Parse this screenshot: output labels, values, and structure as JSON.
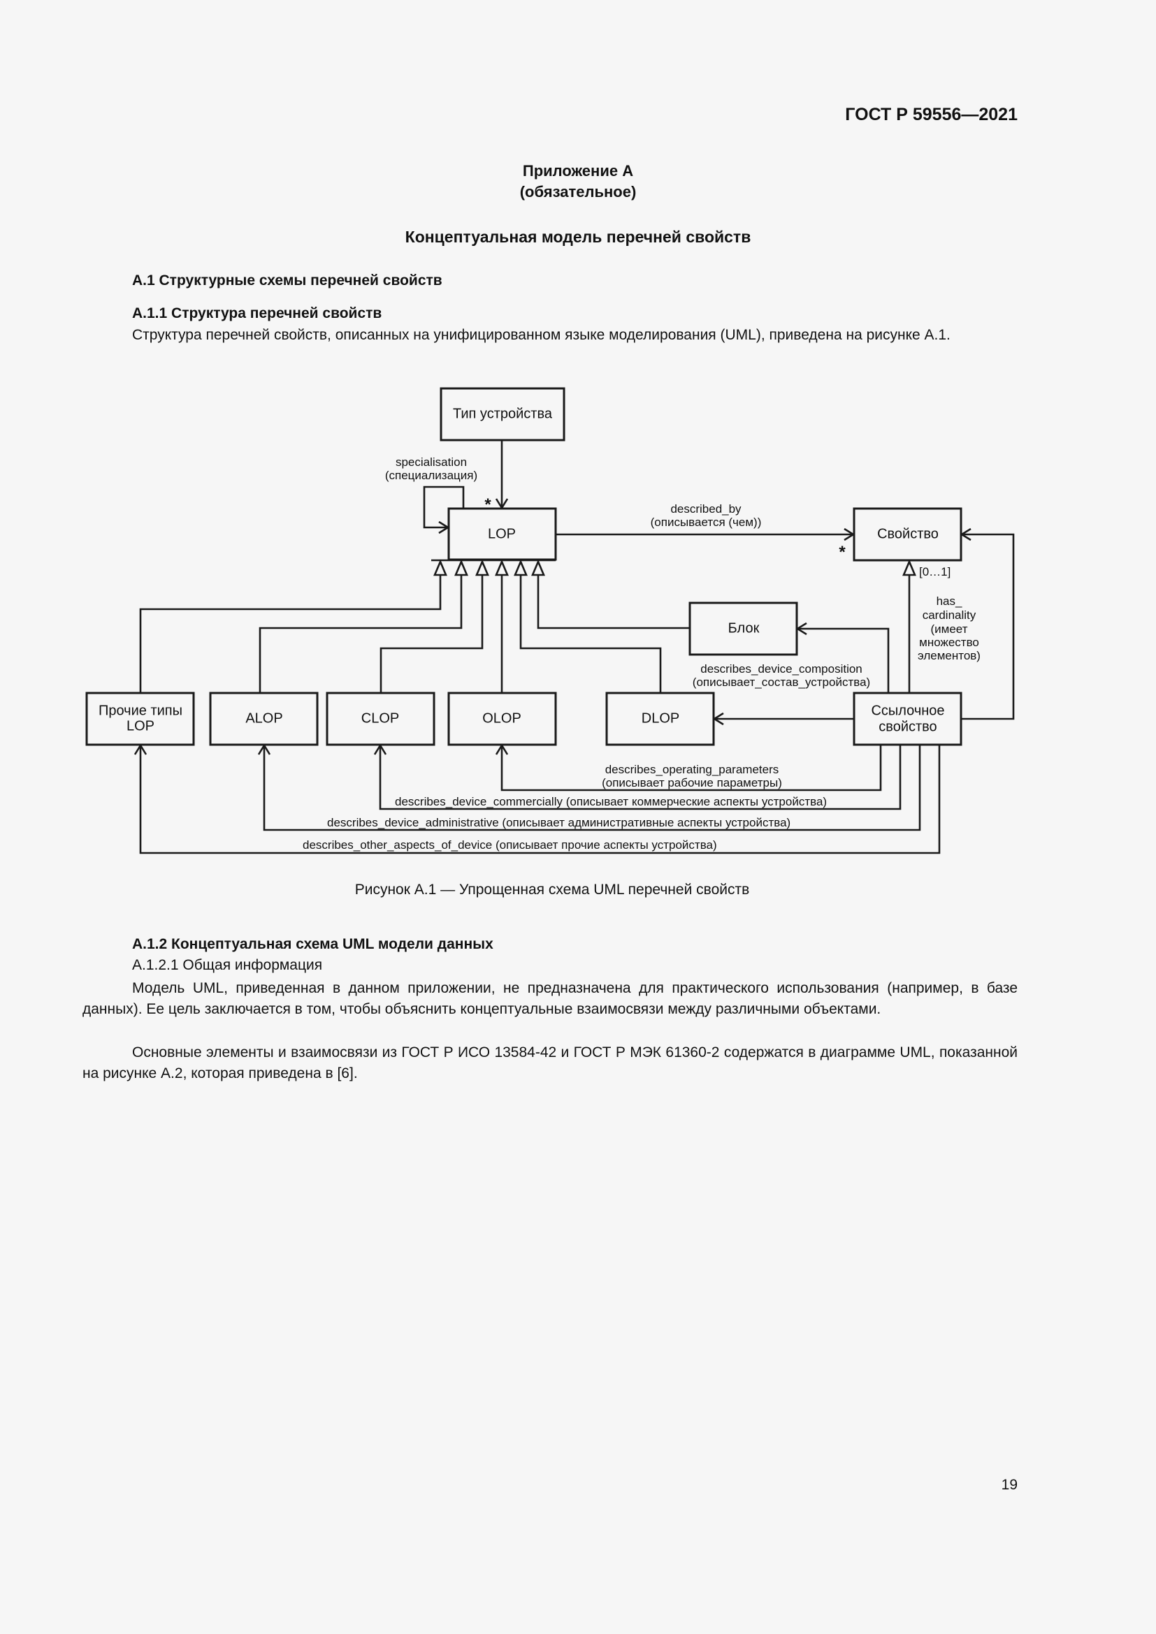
{
  "document": {
    "header": "ГОСТ Р 59556—2021",
    "page_number": "19"
  },
  "appendix": {
    "line1": "Приложение А",
    "line2": "(обязательное)",
    "title": "Концептуальная модель перечней свойств"
  },
  "sections": {
    "a1_heading": "А.1 Структурные схемы перечней свойств",
    "a11_heading": "А.1.1 Структура перечней свойств",
    "a11_paragraph": "Структура перечней свойств, описанных на унифицированном языке моделирования (UML), приведена на рисунке А.1.",
    "a12_heading": "А.1.2 Концептуальная схема UML модели данных",
    "a121_heading": "А.1.2.1 Общая информация",
    "a121_paragraph1": "Модель UML, приведенная в данном приложении, не предназначена для практического использования (например, в базе данных). Ее цель заключается в том, чтобы объяснить концептуальные взаимосвязи между различными объектами.",
    "a121_paragraph2": "Основные элементы и взаимосвязи из ГОСТ Р ИСО 13584-42 и ГОСТ Р МЭК 61360-2 содержатся в диаграмме UML, показанной на рисунке А.2, которая приведена в [6]."
  },
  "figure": {
    "caption": "Рисунок А.1 — Упрощенная схема UML перечней свойств",
    "nodes": {
      "device_type": "Тип устройства",
      "lop": "LOP",
      "property": "Свойство",
      "block": "Блок",
      "other_lop_line1": "Прочие типы",
      "other_lop_line2": "LOP",
      "alop": "ALOP",
      "clop": "CLOP",
      "olop": "OLOP",
      "dlop": "DLOP",
      "ref_property_line1": "Ссылочное",
      "ref_property_line2": "свойство"
    },
    "edges": {
      "specialisation_en": "specialisation",
      "specialisation_ru": "(специализация)",
      "described_by_en": "described_by",
      "described_by_ru": "(описывается (чем))",
      "has_cardinality_1": "has_",
      "has_cardinality_2": "cardinality",
      "has_cardinality_3": "(имеет",
      "has_cardinality_4": "множество",
      "has_cardinality_5": "элементов)",
      "describes_device_composition_en": "describes_device_composition",
      "describes_device_composition_ru": "(описывает_состав_устройства)",
      "describes_operating_parameters_en": "describes_operating_parameters",
      "describes_operating_parameters_ru": "(описывает рабочие параметры)",
      "describes_device_commercially": "describes_device_commercially (описывает коммерческие аспекты устройства)",
      "describes_device_administrative": "describes_device_administrative (описывает административные аспекты устройства)",
      "describes_other_aspects_of_device": "describes_other_aspects_of_device (описывает прочие аспекты устройства)"
    },
    "multiplicities": {
      "device_type_to_lop": "*",
      "lop_to_property": "*",
      "property_cardinality": "[0…1]"
    }
  }
}
